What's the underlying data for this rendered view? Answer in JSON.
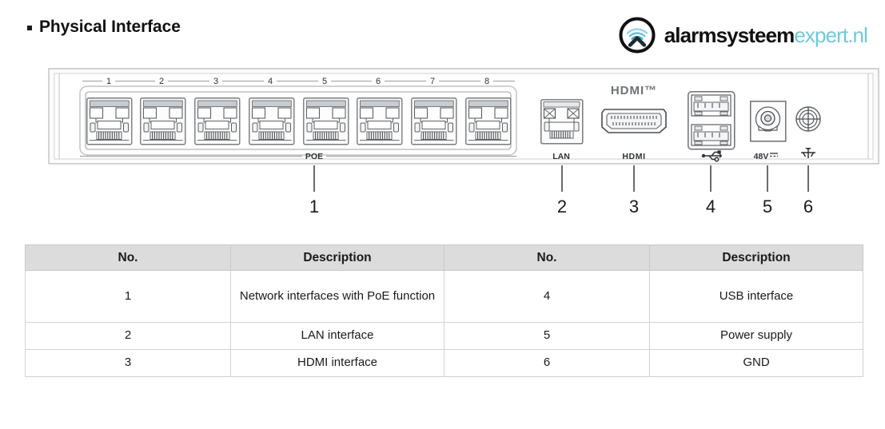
{
  "header": {
    "title": "Physical Interface",
    "bullet_icon": "square-bullet-icon"
  },
  "logo": {
    "mark_icon": "alarmsysteem-signal-circle-icon",
    "brand_primary": "alarmsysteem",
    "brand_secondary": "expert.nl",
    "accent_color": "#6fc8de",
    "primary_color": "#111111"
  },
  "device_diagram": {
    "name": "rear-panel-diagram",
    "poe_port_numbers": [
      "1",
      "2",
      "3",
      "4",
      "5",
      "6",
      "7",
      "8"
    ],
    "panel_labels": {
      "poe": "POE",
      "lan": "LAN",
      "hdmi_logo": "HDMI™",
      "hdmi": "HDMI",
      "usb": "usb-trident-icon",
      "power": "48V",
      "gnd": "ground-symbol-icon"
    },
    "callouts": [
      "1",
      "2",
      "3",
      "4",
      "5",
      "6"
    ]
  },
  "table": {
    "headers": [
      "No.",
      "Description",
      "No.",
      "Description"
    ],
    "rows": [
      {
        "no_left": "1",
        "desc_left": "Network interfaces with PoE function",
        "no_right": "4",
        "desc_right": "USB interface"
      },
      {
        "no_left": "2",
        "desc_left": "LAN interface",
        "no_right": "5",
        "desc_right": "Power supply"
      },
      {
        "no_left": "3",
        "desc_left": "HDMI interface",
        "no_right": "6",
        "desc_right": "GND"
      }
    ]
  }
}
